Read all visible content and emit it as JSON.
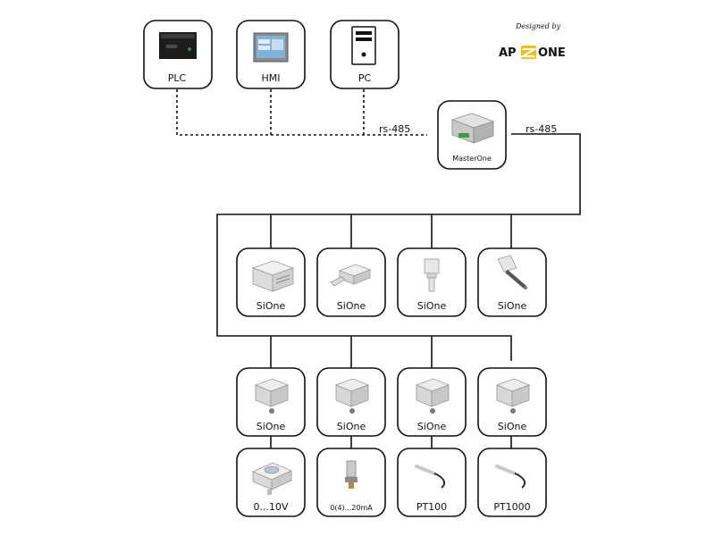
{
  "credit": {
    "designed_by": "Designed by",
    "logo_left": "AP",
    "logo_right": "ONE"
  },
  "bus": {
    "left_label": "rs-485",
    "right_label": "rs-485"
  },
  "top_devices": [
    {
      "label": "PLC",
      "icon": "plc-icon"
    },
    {
      "label": "HMI",
      "icon": "hmi-icon"
    },
    {
      "label": "PC",
      "icon": "pc-icon"
    }
  ],
  "master": {
    "label": "MasterOne",
    "icon": "master-module-icon"
  },
  "sensors_row": [
    {
      "label": "SiOne",
      "icon": "wall-sensor-icon"
    },
    {
      "label": "SiOne",
      "icon": "duct-sensor-small-icon"
    },
    {
      "label": "SiOne",
      "icon": "probe-sensor-icon"
    },
    {
      "label": "SiOne",
      "icon": "angled-probe-sensor-icon"
    }
  ],
  "module_row": [
    {
      "label": "SiOne",
      "icon": "enclosure-module-icon"
    },
    {
      "label": "SiOne",
      "icon": "enclosure-module-icon"
    },
    {
      "label": "SiOne",
      "icon": "enclosure-module-icon"
    },
    {
      "label": "SiOne",
      "icon": "enclosure-module-icon"
    }
  ],
  "input_row": [
    {
      "label": "0...10V",
      "icon": "pressure-transmitter-icon"
    },
    {
      "label": "0(4)...20mA",
      "icon": "pressure-sensor-icon"
    },
    {
      "label": "PT100",
      "icon": "pt100-probe-icon"
    },
    {
      "label": "PT1000",
      "icon": "pt1000-probe-icon"
    }
  ]
}
